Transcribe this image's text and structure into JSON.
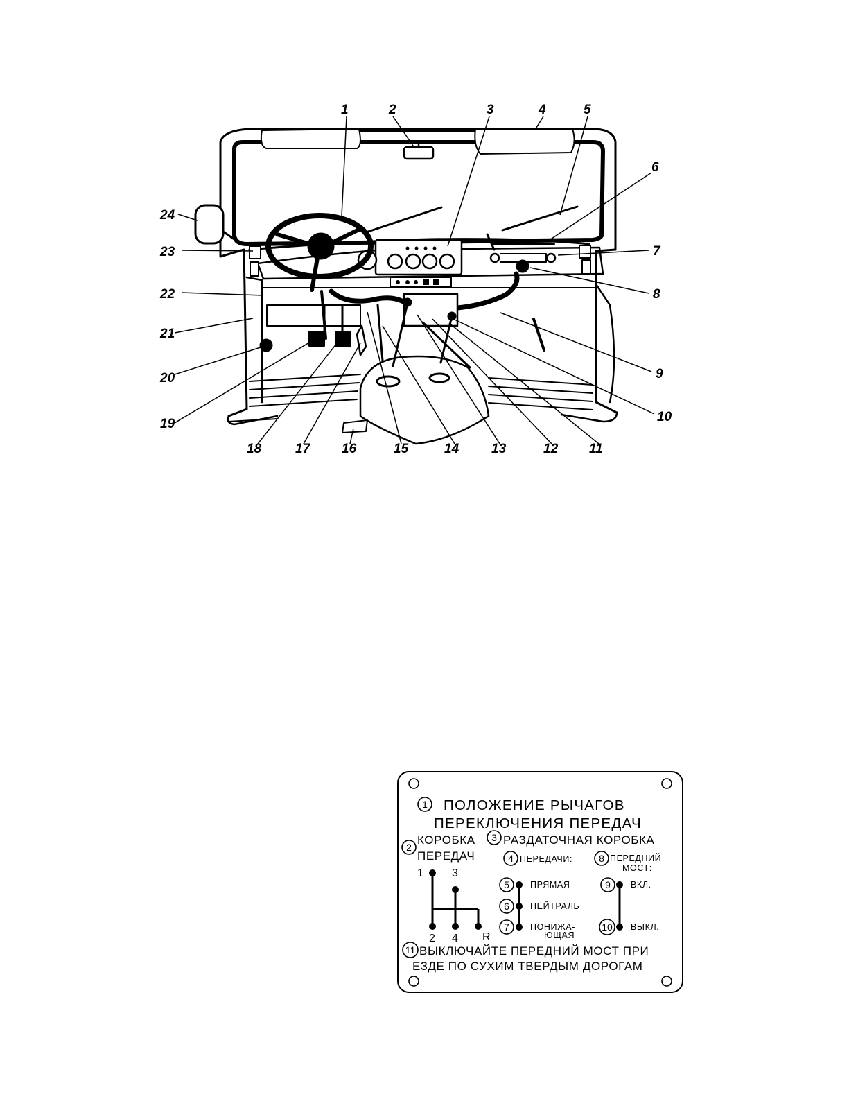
{
  "figure": {
    "callouts": [
      "1",
      "2",
      "3",
      "4",
      "5",
      "6",
      "7",
      "8",
      "9",
      "10",
      "11",
      "12",
      "13",
      "14",
      "15",
      "16",
      "17",
      "18",
      "19",
      "20",
      "21",
      "22",
      "23",
      "24"
    ]
  },
  "plate": {
    "title_num": "1",
    "title_line1": "ПОЛОЖЕНИЕ  РЫЧАГОВ",
    "title_line2": "ПЕРЕКЛЮЧЕНИЯ  ПЕРЕДАЧ",
    "gearbox_num": "2",
    "gearbox_line1": "КОРОБКА",
    "gearbox_line2": "ПЕРЕДАЧ",
    "transfer_num": "3",
    "transfer_label": "РАЗДАТОЧНАЯ  КОРОБКА",
    "gears_num": "4",
    "gears_label": "ПЕРЕДАЧИ:",
    "front_axle_num": "8",
    "front_axle_line1": "ПЕРЕДНИЙ",
    "front_axle_line2": "МОСТ:",
    "shift_positions": [
      "1",
      "3",
      "2",
      "4",
      "R"
    ],
    "direct_num": "5",
    "direct_label": "ПРЯМАЯ",
    "neutral_num": "6",
    "neutral_label": "НЕЙТРАЛЬ",
    "low_num": "7",
    "low_line1": "ПОНИЖА-",
    "low_line2": "ЮЩАЯ",
    "on_num": "9",
    "on_label": "ВКЛ.",
    "off_num": "10",
    "off_label": "ВЫКЛ.",
    "warning_num": "11",
    "warning_line1": "ВЫКЛЮЧАЙТЕ  ПЕРЕДНИЙ  МОСТ  ПРИ",
    "warning_line2": "ЕЗДЕ  ПО  СУХИМ  ТВЕРДЫМ  ДОРОГАМ"
  }
}
